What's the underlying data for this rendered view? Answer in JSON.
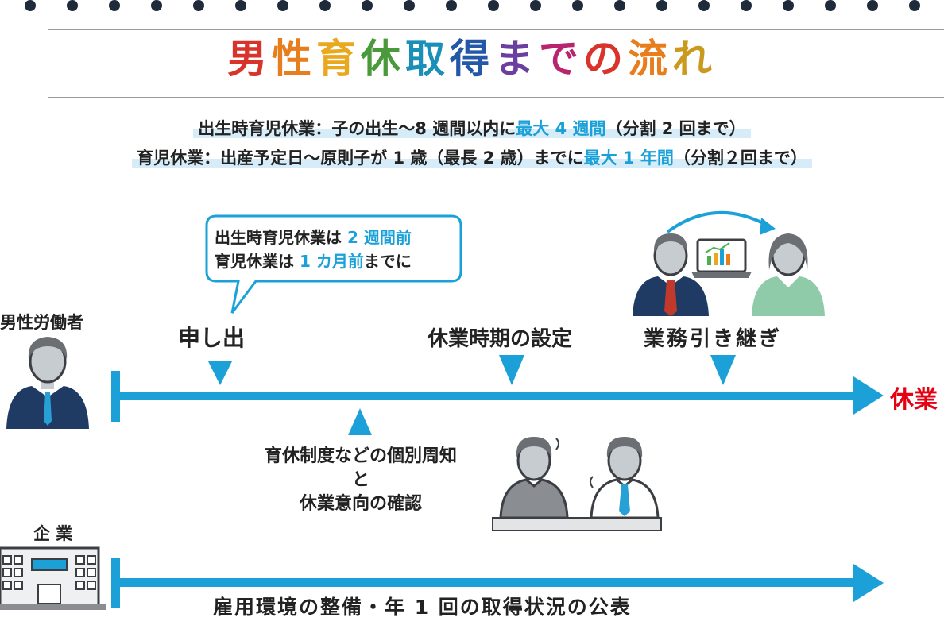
{
  "title": {
    "chars": [
      {
        "ch": "男",
        "color": "#d9342b"
      },
      {
        "ch": "性",
        "color": "#e87d1e"
      },
      {
        "ch": "育",
        "color": "#e9a81e"
      },
      {
        "ch": "休",
        "color": "#4a9a3c"
      },
      {
        "ch": "取",
        "color": "#1b8fb8"
      },
      {
        "ch": "得",
        "color": "#2457a8"
      },
      {
        "ch": "ま",
        "color": "#6a3fa0"
      },
      {
        "ch": "で",
        "color": "#b8246e"
      },
      {
        "ch": "の",
        "color": "#d9342b"
      },
      {
        "ch": "流",
        "color": "#e87d1e"
      },
      {
        "ch": "れ",
        "color": "#c99a1e"
      }
    ]
  },
  "subtitle": {
    "line1": {
      "pre": "出生時育児休業：子の出生～8 週間以内に",
      "hl": "最大 4 週間",
      "post": "（分割 2 回まで）"
    },
    "line2": {
      "pre": "育児休業：出産予定日～原則子が 1 歳（最長 2 歳）までに",
      "hl": "最大 1 年間",
      "post": "（分割２回まで）"
    }
  },
  "bubble": {
    "line1": {
      "pre": "出生時育児休業は ",
      "hl": "2 週間前"
    },
    "line2": {
      "pre": "育児休業は ",
      "hl": "1 カ月前",
      "post": "までに"
    }
  },
  "worker": {
    "label": "男性労働者"
  },
  "company": {
    "label": "企 業"
  },
  "steps": {
    "apply": "申し出",
    "period": "休業時期の設定",
    "handover": "業務引き継ぎ",
    "leave": "休業"
  },
  "notice": {
    "line1": "育休制度などの個別周知",
    "line2": "と",
    "line3": "休業意向の確認"
  },
  "company_bar": {
    "text": "雇用環境の整備・年 1 回の取得状況の公表"
  },
  "colors": {
    "accent": "#1ba1d8",
    "red": "#e50012",
    "navy": "#1f3b63",
    "gray": "#6b6e72"
  }
}
